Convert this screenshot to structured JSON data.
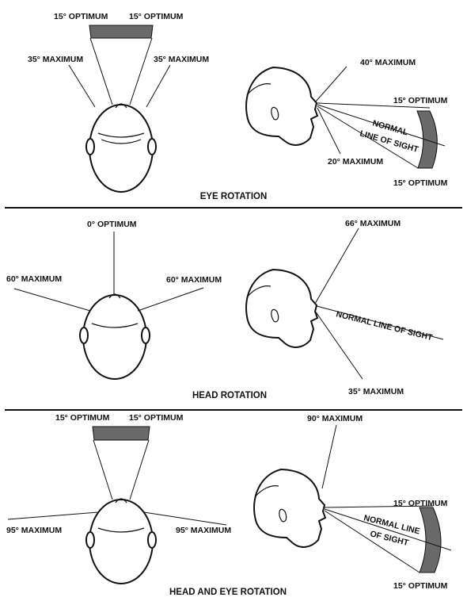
{
  "panels": [
    {
      "caption": "EYE ROTATION",
      "top_view": {
        "left_optimum": "15° OPTIMUM",
        "right_optimum": "15° OPTIMUM",
        "left_maximum": "35° MAXIMUM",
        "right_maximum": "35° MAXIMUM"
      },
      "side_view": {
        "up_maximum": "40° MAXIMUM",
        "up_optimum": "15° OPTIMUM",
        "normal_line_1": "NORMAL",
        "normal_line_2": "LINE OF SIGHT",
        "down_maximum": "20° MAXIMUM",
        "down_optimum": "15° OPTIMUM"
      }
    },
    {
      "caption": "HEAD ROTATION",
      "top_view": {
        "center_optimum": "0° OPTIMUM",
        "left_maximum": "60° MAXIMUM",
        "right_maximum": "60° MAXIMUM"
      },
      "side_view": {
        "up_maximum": "66° MAXIMUM",
        "normal_line": "NORMAL LINE OF SIGHT",
        "down_maximum": "35° MAXIMUM"
      }
    },
    {
      "caption": "HEAD AND EYE ROTATION",
      "top_view": {
        "left_optimum": "15° OPTIMUM",
        "right_optimum": "15° OPTIMUM",
        "left_maximum": "95° MAXIMUM",
        "right_maximum": "95° MAXIMUM"
      },
      "side_view": {
        "up_maximum": "90° MAXIMUM",
        "up_optimum": "15° OPTIMUM",
        "normal_line_1": "NORMAL LINE",
        "normal_line_2": "OF SIGHT",
        "down_optimum": "15° OPTIMUM"
      }
    }
  ]
}
